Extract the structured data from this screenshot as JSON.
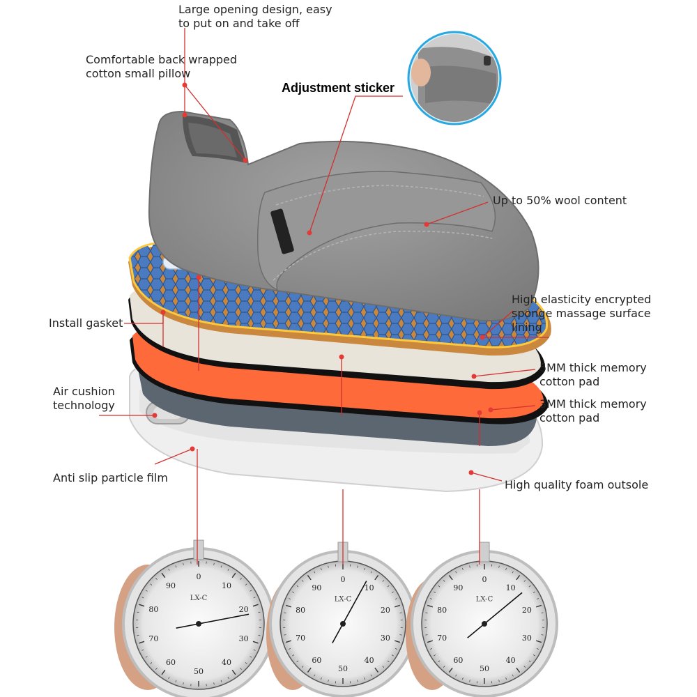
{
  "labels": {
    "large_opening": "Large opening design, easy\nto put on and take off",
    "back_pillow": "Comfortable back wrapped\ncotton small pillow",
    "adjustment_sticker": "Adjustment sticker",
    "wool_content": "Up to 50% wool content",
    "sponge_surface": "High elasticity encrypted\nsponge massage surface\nlining",
    "install_gasket": "Install gasket",
    "memory_5mm": "5MM thick memory\ncotton pad",
    "air_cushion": "Air cushion\ntechnology",
    "memory_3mm": "3MM thick memory\ncotton pad",
    "anti_slip": "Anti slip particle film",
    "foam_outsole": "High quality foam outsole"
  },
  "gauges": [
    {
      "model": "LX-C",
      "ticks": [
        "90",
        "0",
        "10",
        "80",
        "20",
        "70",
        "30",
        "60",
        "40",
        "50"
      ],
      "needle_reading": 22
    },
    {
      "model": "LX-C",
      "ticks": [
        "90",
        "0",
        "10",
        "80",
        "20",
        "70",
        "30",
        "60",
        "40",
        "50"
      ],
      "needle_reading": 8
    },
    {
      "model": "LX-C",
      "ticks": [
        "90",
        "0",
        "10",
        "80",
        "20",
        "70",
        "30",
        "60",
        "40",
        "50"
      ],
      "needle_reading": 14
    }
  ],
  "colors": {
    "callout": "#d32f2f",
    "shoe_gray": "#8e8e8e",
    "insole_blue": "#3f6fb0",
    "pad_orange": "#ff6a3a",
    "pad_cream": "#e9e4da",
    "midsole_slate": "#5c6670",
    "outsole_white": "#eeeeee"
  }
}
